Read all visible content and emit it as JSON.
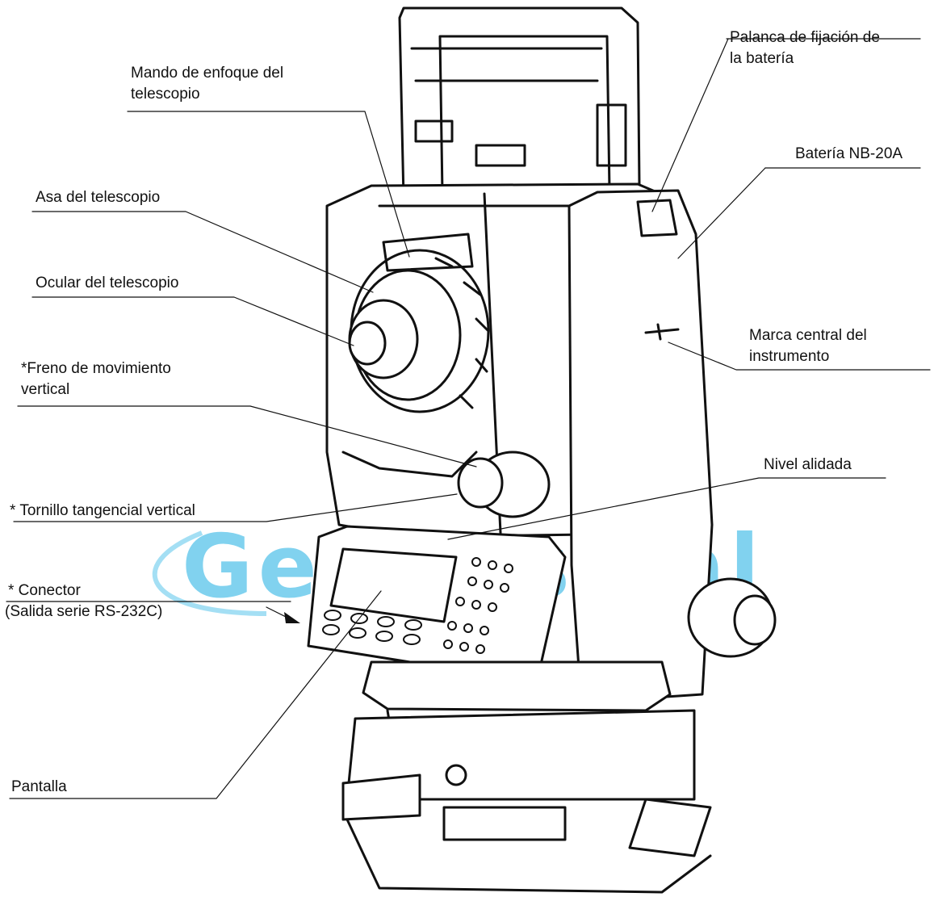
{
  "labels": {
    "palanca_line1": "Palanca de fijación de",
    "palanca_line2": "la batería",
    "mando_line1": "Mando de enfoque del",
    "mando_line2": "telescopio",
    "bateria": "Batería NB-20A",
    "asa": "Asa del telescopio",
    "ocular": "Ocular del telescopio",
    "marca_line1": "Marca central del",
    "marca_line2": "instrumento",
    "freno_line1": "*Freno de movimiento",
    "freno_line2": "vertical",
    "nivel": "Nivel alidada",
    "tornillo": "* Tornillo tangencial vertical",
    "conector_line1": "* Conector",
    "conector_line2": "(Salida serie RS-232C)",
    "pantalla": "Pantalla"
  },
  "watermark": {
    "text": "Geodesical",
    "color": "#35b8e6"
  }
}
